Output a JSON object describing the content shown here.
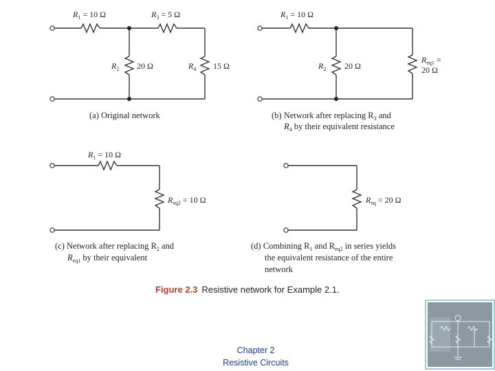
{
  "figure": {
    "number": "Figure 2.3",
    "title": "Resistive network for Example 2.1."
  },
  "panels": {
    "a": {
      "caption": "(a) Original network",
      "r1": {
        "name": "R",
        "sub": "1",
        "value": "= 10 Ω"
      },
      "r3": {
        "name": "R",
        "sub": "3",
        "value": "= 5 Ω"
      },
      "r2": {
        "name": "R",
        "sub": "2",
        "value": "20 Ω"
      },
      "r4": {
        "name": "R",
        "sub": "4",
        "value": "15 Ω"
      }
    },
    "b": {
      "caption_line1": "(b) Network after replacing R",
      "caption_sub1": "3",
      "caption_line1_end": " and",
      "caption_line2_start": "R",
      "caption_sub2": "4",
      "caption_line2_end": " by their equivalent resistance",
      "r1": {
        "name": "R",
        "sub": "1",
        "value": "= 10 Ω"
      },
      "r2": {
        "name": "R",
        "sub": "2",
        "value": "20 Ω"
      },
      "req1": {
        "name": "R",
        "sub": "eq1",
        "value_a": "=",
        "value_b": "20 Ω"
      }
    },
    "c": {
      "caption_line1": "(c) Network after replacing R",
      "caption_sub1": "2",
      "caption_line1_end": " and",
      "caption_line2_start": "R",
      "caption_sub2": "eq1",
      "caption_line2_end": " by their equivalent",
      "r1": {
        "name": "R",
        "sub": "1",
        "value": "= 10 Ω"
      },
      "req2": {
        "name": "R",
        "sub": "eq2",
        "value": "= 10 Ω"
      }
    },
    "d": {
      "caption_line1_a": "(d) Combining R",
      "caption_sub1": "1",
      "caption_line1_b": " and R",
      "caption_sub1b": "eq2",
      "caption_line1_c": " in series yields",
      "caption_line2": "the equivalent resistance of the entire",
      "caption_line3": "network",
      "req": {
        "name": "R",
        "sub": "eq",
        "value": "= 20 Ω"
      }
    }
  },
  "footer": {
    "line1": "Chapter 2",
    "line2": "Resistive Circuits"
  },
  "thumbnail": {
    "icon": "circuit-thumbnail-icon",
    "border_color": "#9ec9d6",
    "bg_color": "#8a9aa0"
  }
}
